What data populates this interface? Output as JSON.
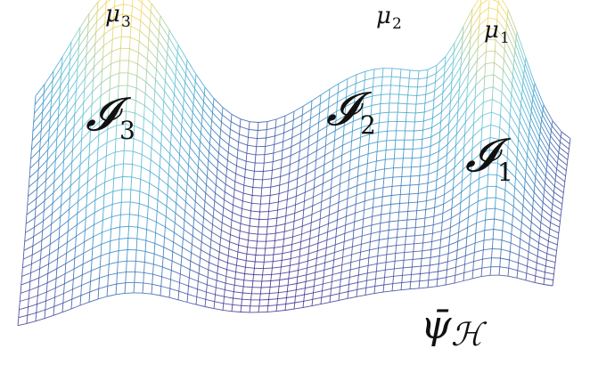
{
  "figure": {
    "surface_name": "ψ̄",
    "surface_subscript": "ℋ",
    "peaks": [
      {
        "mu": "μ",
        "mu_index": "3",
        "region": "𝓘",
        "region_index": "3"
      },
      {
        "mu": "μ",
        "mu_index": "2",
        "region": "𝓘",
        "region_index": "2"
      },
      {
        "mu": "μ",
        "mu_index": "1",
        "region": "𝓘",
        "region_index": "1"
      }
    ],
    "colors": {
      "low": "#3b2c8c",
      "mid": "#2f8fc8",
      "high_cyan": "#5cc3d6",
      "peak": "#f2d35a"
    }
  }
}
